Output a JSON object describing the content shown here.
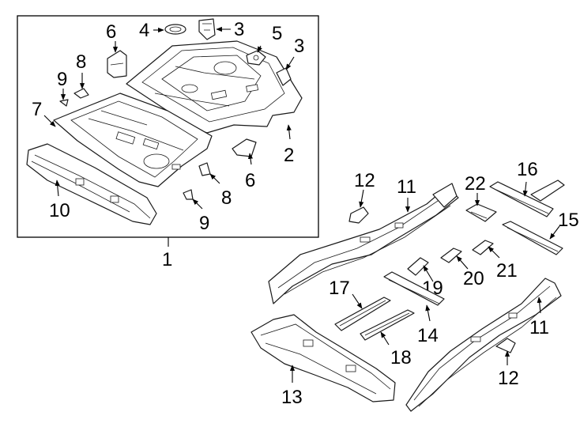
{
  "callouts": {
    "c1": "1",
    "c2": "2",
    "c3a": "3",
    "c3b": "3",
    "c4": "4",
    "c5": "5",
    "c6a": "6",
    "c6b": "6",
    "c7": "7",
    "c8a": "8",
    "c8b": "8",
    "c9a": "9",
    "c9b": "9",
    "c10": "10",
    "c11a": "11",
    "c11b": "11",
    "c12a": "12",
    "c12b": "12",
    "c13": "13",
    "c14": "14",
    "c15": "15",
    "c16": "16",
    "c17": "17",
    "c18": "18",
    "c19": "19",
    "c20": "20",
    "c21": "21",
    "c22": "22"
  },
  "colors": {
    "line": "#1a1a1a",
    "background": "#ffffff"
  }
}
